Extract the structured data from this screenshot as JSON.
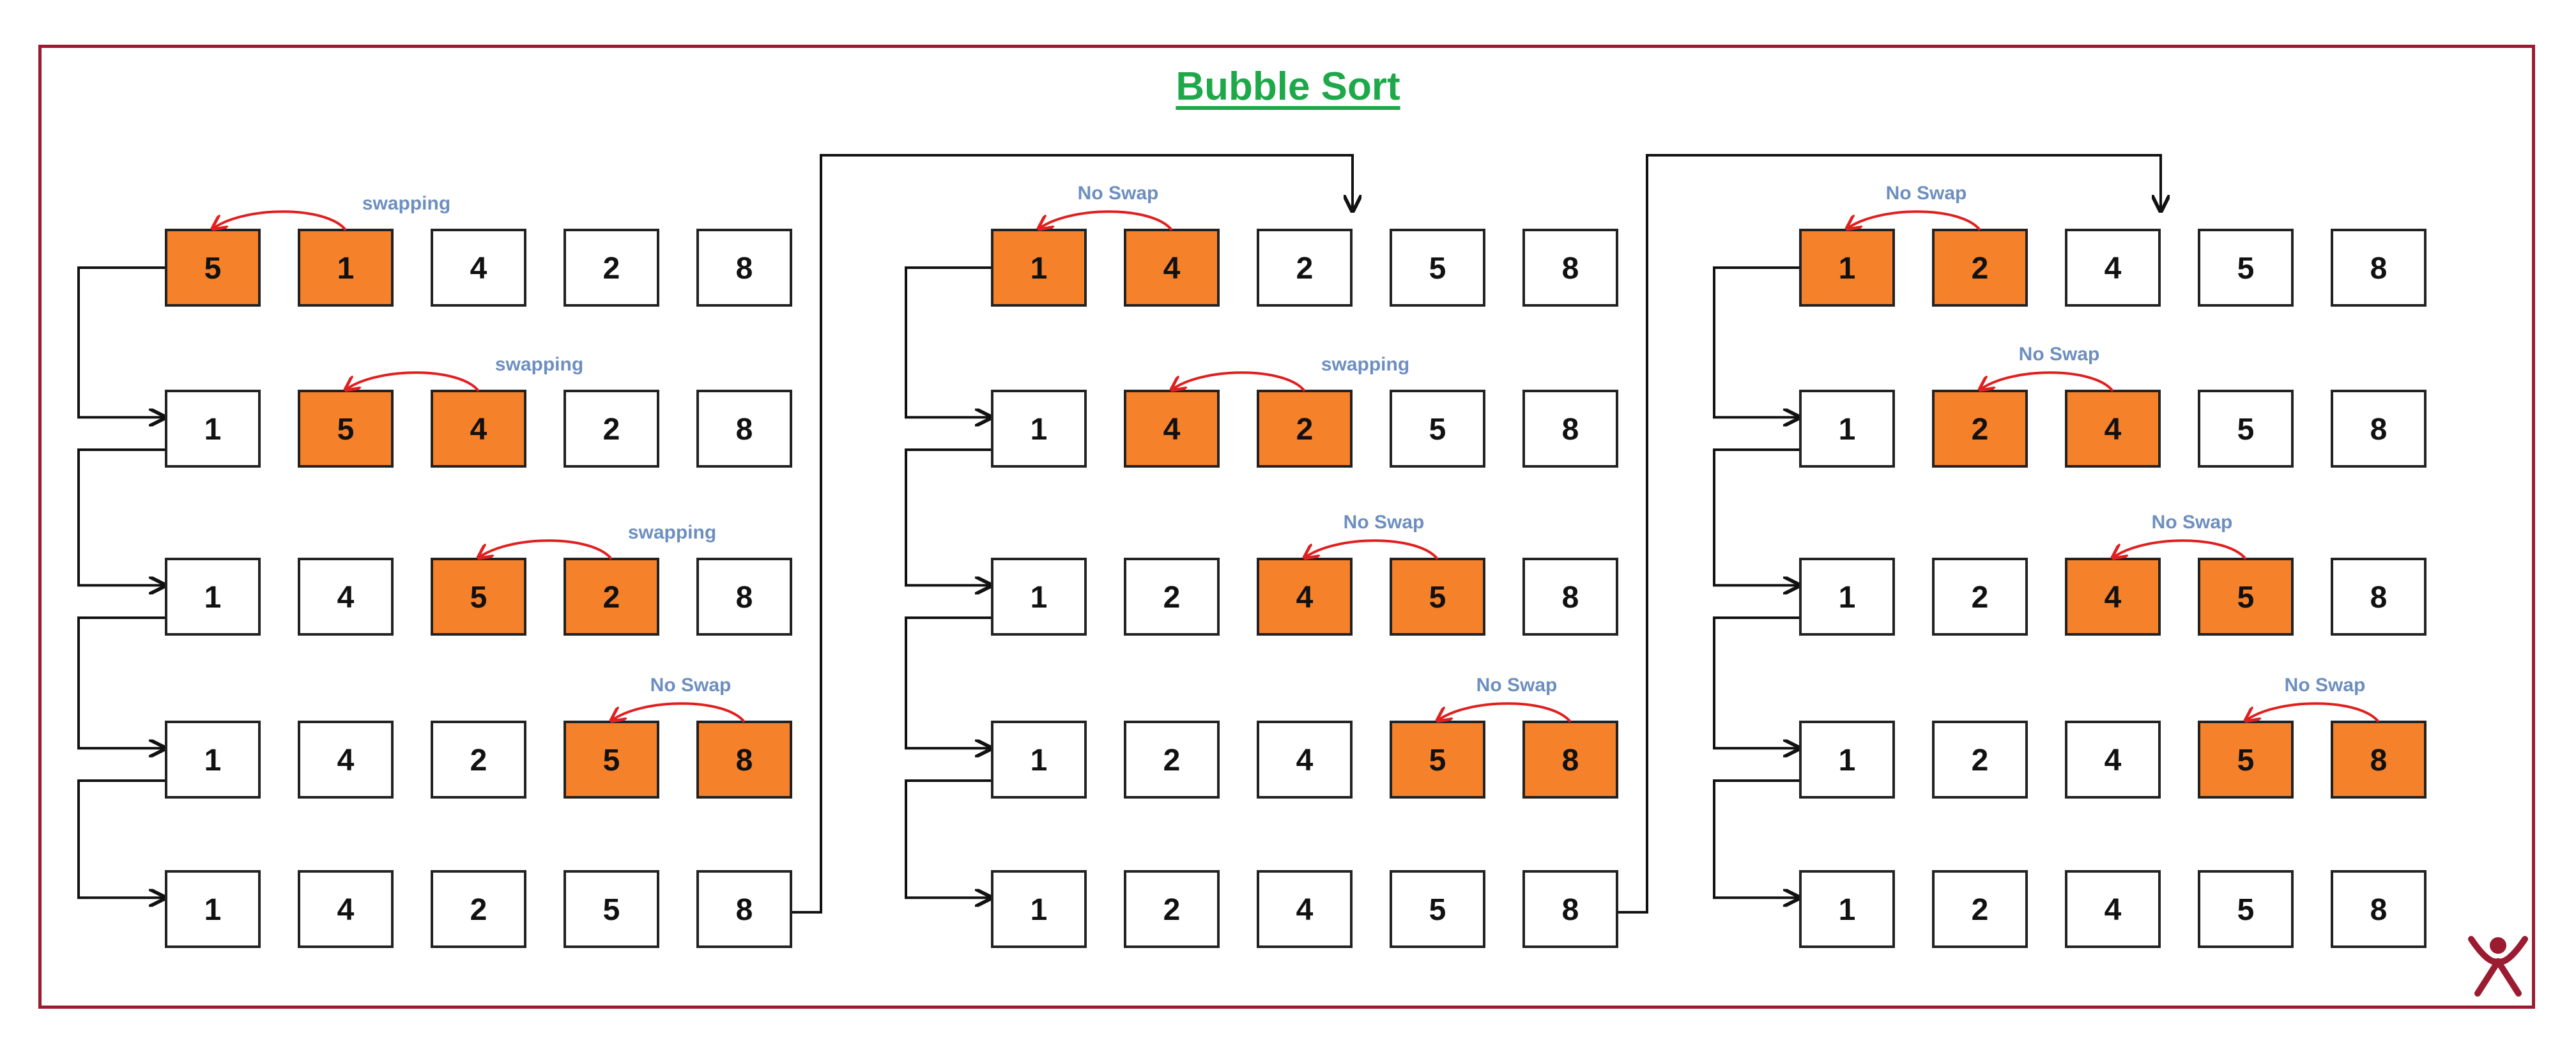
{
  "title": "Bubble Sort",
  "colors": {
    "highlight": "#f5812a",
    "frame": "#9b1b30",
    "title": "#1fa84a",
    "arrow": "#e02020",
    "label": "#6d8fbf"
  },
  "passes": [
    {
      "rows": [
        {
          "values": [
            "5",
            "1",
            "4",
            "2",
            "8"
          ],
          "compare": [
            0,
            1
          ],
          "label": "swapping"
        },
        {
          "values": [
            "1",
            "5",
            "4",
            "2",
            "8"
          ],
          "compare": [
            1,
            2
          ],
          "label": "swapping"
        },
        {
          "values": [
            "1",
            "4",
            "5",
            "2",
            "8"
          ],
          "compare": [
            2,
            3
          ],
          "label": "swapping"
        },
        {
          "values": [
            "1",
            "4",
            "2",
            "5",
            "8"
          ],
          "compare": [
            3,
            4
          ],
          "label": "No Swap"
        },
        {
          "values": [
            "1",
            "4",
            "2",
            "5",
            "8"
          ],
          "compare": null,
          "label": ""
        }
      ]
    },
    {
      "rows": [
        {
          "values": [
            "1",
            "4",
            "2",
            "5",
            "8"
          ],
          "compare": [
            0,
            1
          ],
          "label": "No Swap"
        },
        {
          "values": [
            "1",
            "4",
            "2",
            "5",
            "8"
          ],
          "compare": [
            1,
            2
          ],
          "label": "swapping"
        },
        {
          "values": [
            "1",
            "2",
            "4",
            "5",
            "8"
          ],
          "compare": [
            2,
            3
          ],
          "label": "No Swap"
        },
        {
          "values": [
            "1",
            "2",
            "4",
            "5",
            "8"
          ],
          "compare": [
            3,
            4
          ],
          "label": "No Swap"
        },
        {
          "values": [
            "1",
            "2",
            "4",
            "5",
            "8"
          ],
          "compare": null,
          "label": ""
        }
      ]
    },
    {
      "rows": [
        {
          "values": [
            "1",
            "2",
            "4",
            "5",
            "8"
          ],
          "compare": [
            0,
            1
          ],
          "label": "No Swap"
        },
        {
          "values": [
            "1",
            "2",
            "4",
            "5",
            "8"
          ],
          "compare": [
            1,
            2
          ],
          "label": "No Swap"
        },
        {
          "values": [
            "1",
            "2",
            "4",
            "5",
            "8"
          ],
          "compare": [
            2,
            3
          ],
          "label": "No Swap"
        },
        {
          "values": [
            "1",
            "2",
            "4",
            "5",
            "8"
          ],
          "compare": [
            3,
            4
          ],
          "label": "No Swap"
        },
        {
          "values": [
            "1",
            "2",
            "4",
            "5",
            "8"
          ],
          "compare": null,
          "label": ""
        }
      ]
    }
  ],
  "logo": "person-logo-icon"
}
